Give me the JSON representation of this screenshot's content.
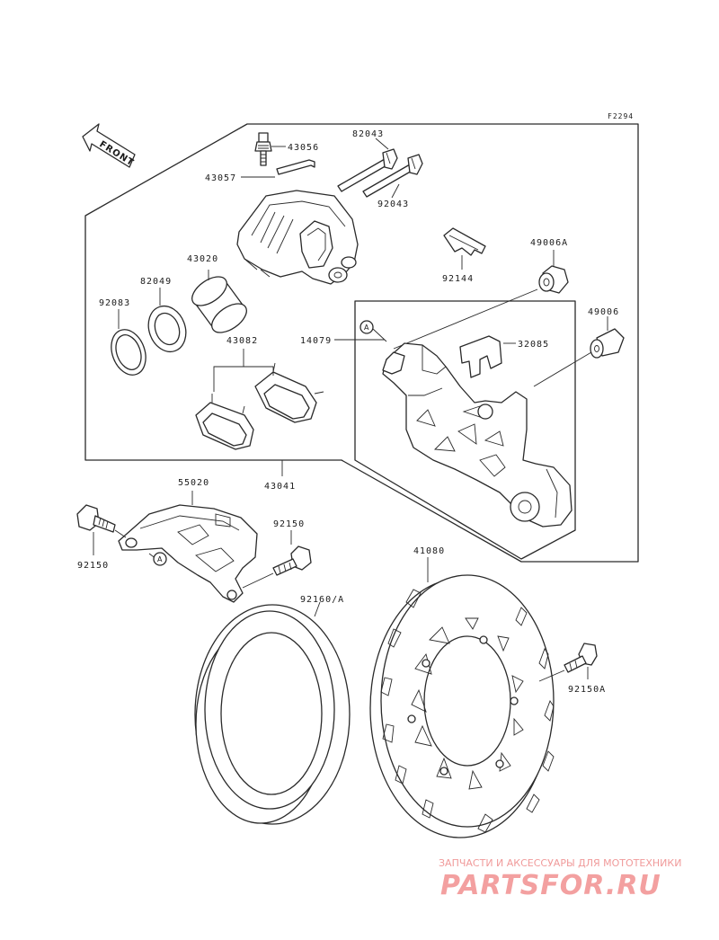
{
  "diagram": {
    "ref_code": "F2294",
    "front_label": "FRONT",
    "callout_a": "A",
    "parts": {
      "p43056": "43056",
      "p43057": "43057",
      "p82043": "82043",
      "p92043": "92043",
      "p43020": "43020",
      "p82049": "82049",
      "p92083": "92083",
      "p92144": "92144",
      "p49006a": "49006A",
      "p49006": "49006",
      "p14079": "14079",
      "p32085": "32085",
      "p43082": "43082",
      "p43041": "43041",
      "p55020": "55020",
      "p92150_left": "92150",
      "p92150_mid": "92150",
      "p41080": "41080",
      "p92160a": "92160/A",
      "p92150a": "92150A"
    }
  },
  "watermark": {
    "subtitle": "ЗАПЧАСТИ И АКСЕССУАРЫ ДЛЯ МОТОТЕХНИКИ",
    "logo_text": "PARTSFOR.RU"
  }
}
